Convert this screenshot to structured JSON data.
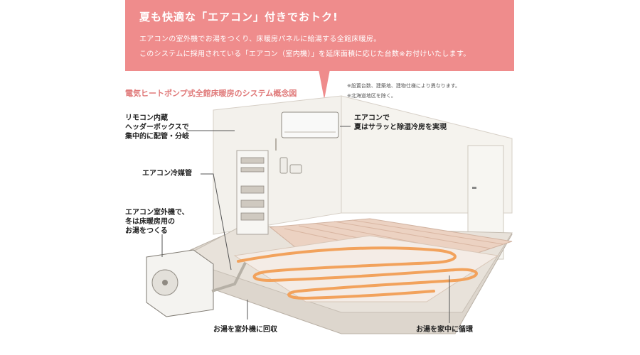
{
  "banner": {
    "title": "夏も快適な「エアコン」付きでおトク!",
    "line1": "エアコンの室外機でお湯をつくり、床暖房パネルに給湯する全館床暖房。",
    "line2": "このシステムに採用されている「エアコン（室内機）」を延床面積に応じた台数※お付けいたします。"
  },
  "diagram_title": "電気ヒートポンプ式全館床暖房のシステム概念図",
  "notes": [
    "※設置台数、建築地、建物仕様により異なります。",
    "※北海道地区を除く。"
  ],
  "callouts": {
    "header_box": [
      "リモコン内蔵",
      "ヘッダーボックスで",
      "集中的に配管・分岐"
    ],
    "refrigerant_pipe": [
      "エアコン冷媒管"
    ],
    "outdoor_unit": [
      "エアコン室外機で、",
      "冬は床暖房用の",
      "お湯をつくる"
    ],
    "indoor_ac": [
      "エアコンで",
      "夏はサラッと除湿冷房を実現"
    ],
    "return_water": [
      "お湯を室外機に回収"
    ],
    "circulate": [
      "お湯を家中に循環"
    ]
  },
  "colors": {
    "banner": "#ef8c8c",
    "title_pink": "#e07a7a",
    "pipe_orange": "#f2a25c",
    "floor": "#ecd2c2",
    "wall": "#f3f1ec"
  }
}
